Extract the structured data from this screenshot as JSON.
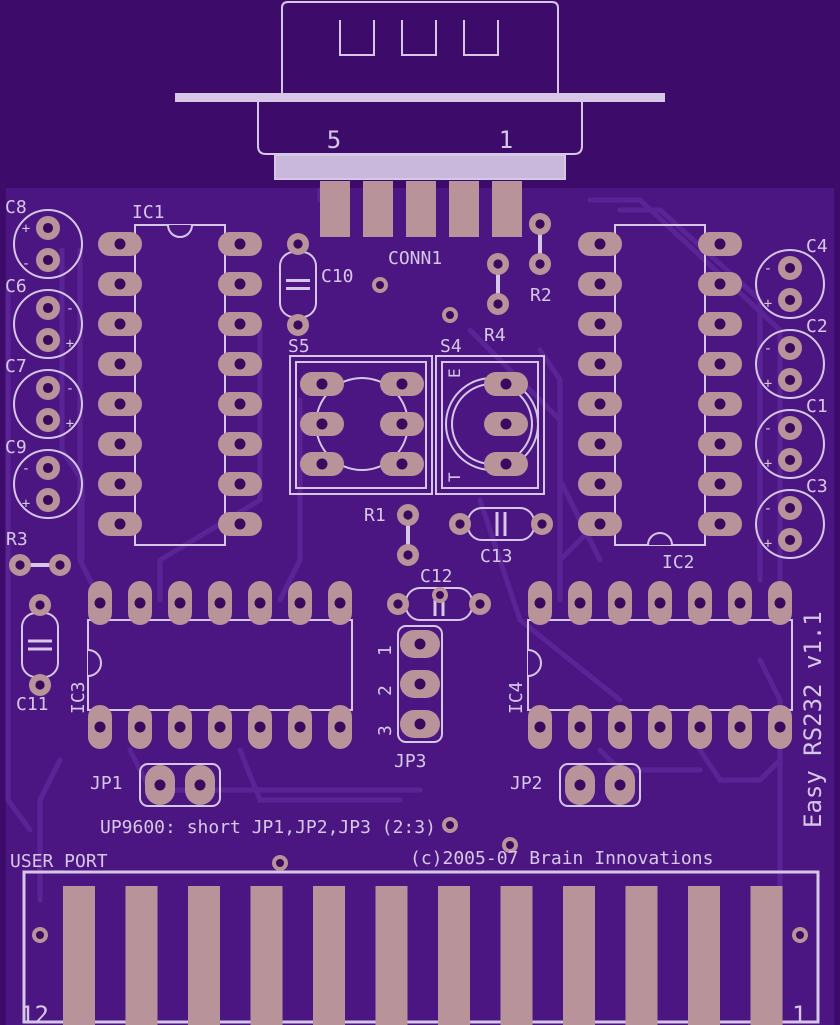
{
  "board": {
    "colors": {
      "background": "#3d0c6b",
      "board": "#4c1682",
      "trace": "#5b2496",
      "copper": "#b8949a",
      "silkscreen": "#d6c7e6",
      "drill": "#3a0a5e"
    }
  },
  "labels": {
    "conn1": "CONN1",
    "pin5": "5",
    "pin1": "1",
    "ic1": "IC1",
    "ic2": "IC2",
    "ic3": "IC3",
    "ic4": "IC4",
    "c1": "C1",
    "c2": "C2",
    "c3": "C3",
    "c4": "C4",
    "c6": "C6",
    "c7": "C7",
    "c8": "C8",
    "c9": "C9",
    "c10": "C10",
    "c11": "C11",
    "c12": "C12",
    "c13": "C13",
    "r1": "R1",
    "r2": "R2",
    "r3": "R3",
    "r4": "R4",
    "s4": "S4",
    "s5": "S5",
    "s4_e": "E",
    "s4_t": "T",
    "jp1": "JP1",
    "jp2": "JP2",
    "jp3": "JP3",
    "jp3_1": "1",
    "jp3_2": "2",
    "jp3_3": "3",
    "note": "UP9600: short JP1,JP2,JP3 (2:3)",
    "copyright": "(c)2005-07 Brain Innovations",
    "title": "Easy RS232 v1.1",
    "user_port": "USER_PORT",
    "port_12": "12",
    "port_1": "1",
    "plus": "+",
    "minus": "-"
  }
}
